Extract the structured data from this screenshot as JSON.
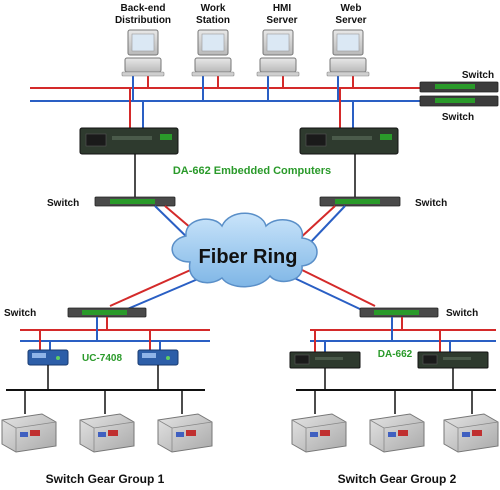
{
  "computers": [
    {
      "line1": "Back-end",
      "line2": "Distribution"
    },
    {
      "line1": "Work",
      "line2": "Station"
    },
    {
      "line1": "HMI",
      "line2": "Server"
    },
    {
      "line1": "Web",
      "line2": "Server"
    }
  ],
  "switch_label": "Switch",
  "embedded_label": "DA-662 Embedded Computers",
  "ring_label": "Fiber Ring",
  "uc_label": "UC-7408",
  "da_label": "DA-662",
  "group1_label": "Switch Gear Group 1",
  "group2_label": "Switch Gear Group 2",
  "colors": {
    "red_line": "#d42a2a",
    "blue_line": "#2a5fc4",
    "black_line": "#111111",
    "accent_green": "#2a9a2a",
    "cloud_fill": "#9fcbee"
  }
}
